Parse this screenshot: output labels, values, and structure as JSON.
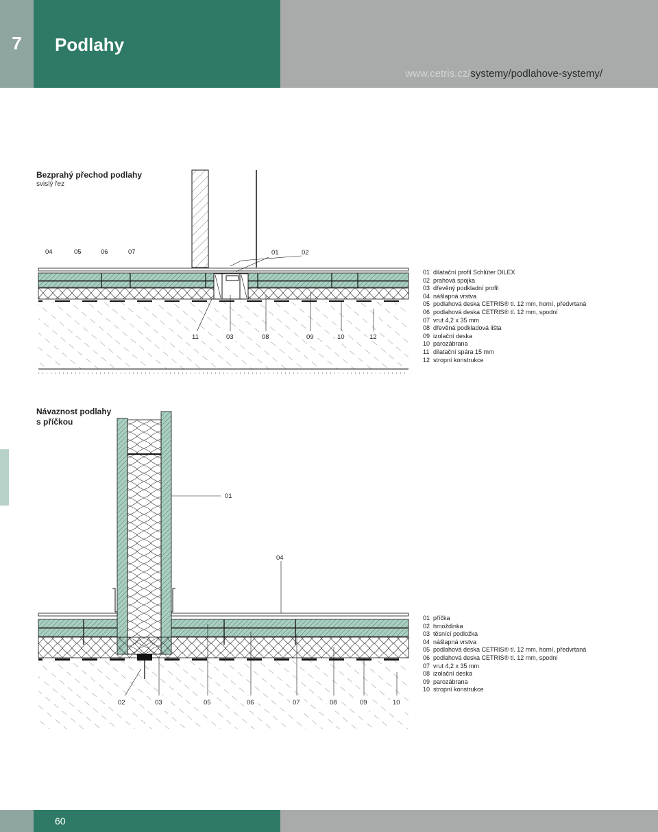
{
  "header": {
    "chapter_number": "7",
    "chapter_title": "Podlahy",
    "url_prefix": "www.cetris.cz/",
    "url_path": "systemy/podlahove-systemy/"
  },
  "footer": {
    "page_number": "60"
  },
  "section1": {
    "title": "Bezprahý přechod podlahy",
    "subtitle": "svislý řez",
    "top_labels": [
      "04",
      "05",
      "06",
      "07",
      "01",
      "02"
    ],
    "bottom_labels": [
      "11",
      "03",
      "08",
      "09",
      "10",
      "12"
    ],
    "legend": [
      {
        "num": "01",
        "text": "dilatační profil Schlüter DILEX"
      },
      {
        "num": "02",
        "text": "prahová spojka"
      },
      {
        "num": "03",
        "text": "dřevěný podkladní profil"
      },
      {
        "num": "04",
        "text": "nášlapná vrstva"
      },
      {
        "num": "05",
        "text": "podlahová deska CETRIS® tl. 12 mm, horní, předvrtaná"
      },
      {
        "num": "06",
        "text": "podlahová deska CETRIS® tl. 12 mm, spodní"
      },
      {
        "num": "07",
        "text": "vrut 4,2 x 35 mm"
      },
      {
        "num": "08",
        "text": "dřevěná podkladová lišta"
      },
      {
        "num": "09",
        "text": "izolační deska"
      },
      {
        "num": "10",
        "text": "parozábrana"
      },
      {
        "num": "11",
        "text": "dilatační spára 15 mm"
      },
      {
        "num": "12",
        "text": "stropní konstrukce"
      }
    ]
  },
  "section2": {
    "title_line1": "Návaznost podlahy",
    "title_line2": "s příčkou",
    "callout_labels": [
      "01",
      "04"
    ],
    "bottom_labels": [
      "02",
      "03",
      "05",
      "06",
      "07",
      "08",
      "09",
      "10"
    ],
    "legend": [
      {
        "num": "01",
        "text": "příčka"
      },
      {
        "num": "02",
        "text": "hmoždinka"
      },
      {
        "num": "03",
        "text": "těsnící podložka"
      },
      {
        "num": "04",
        "text": "nášlapná vrstva"
      },
      {
        "num": "05",
        "text": "podlahová deska CETRIS® tl. 12 mm, horní, předvrtaná"
      },
      {
        "num": "06",
        "text": "podlahová deska CETRIS® tl. 12 mm, spodní"
      },
      {
        "num": "07",
        "text": "vrut 4,2 x 35 mm"
      },
      {
        "num": "08",
        "text": "izolační deska"
      },
      {
        "num": "09",
        "text": "parozábrana"
      },
      {
        "num": "10",
        "text": "stropní konstrukce"
      }
    ]
  },
  "colors": {
    "brand_green": "#2e7a66",
    "header_grey": "#a9abaa",
    "board_green": "#a8cfc0",
    "side_tab": "#b6d1c8"
  }
}
